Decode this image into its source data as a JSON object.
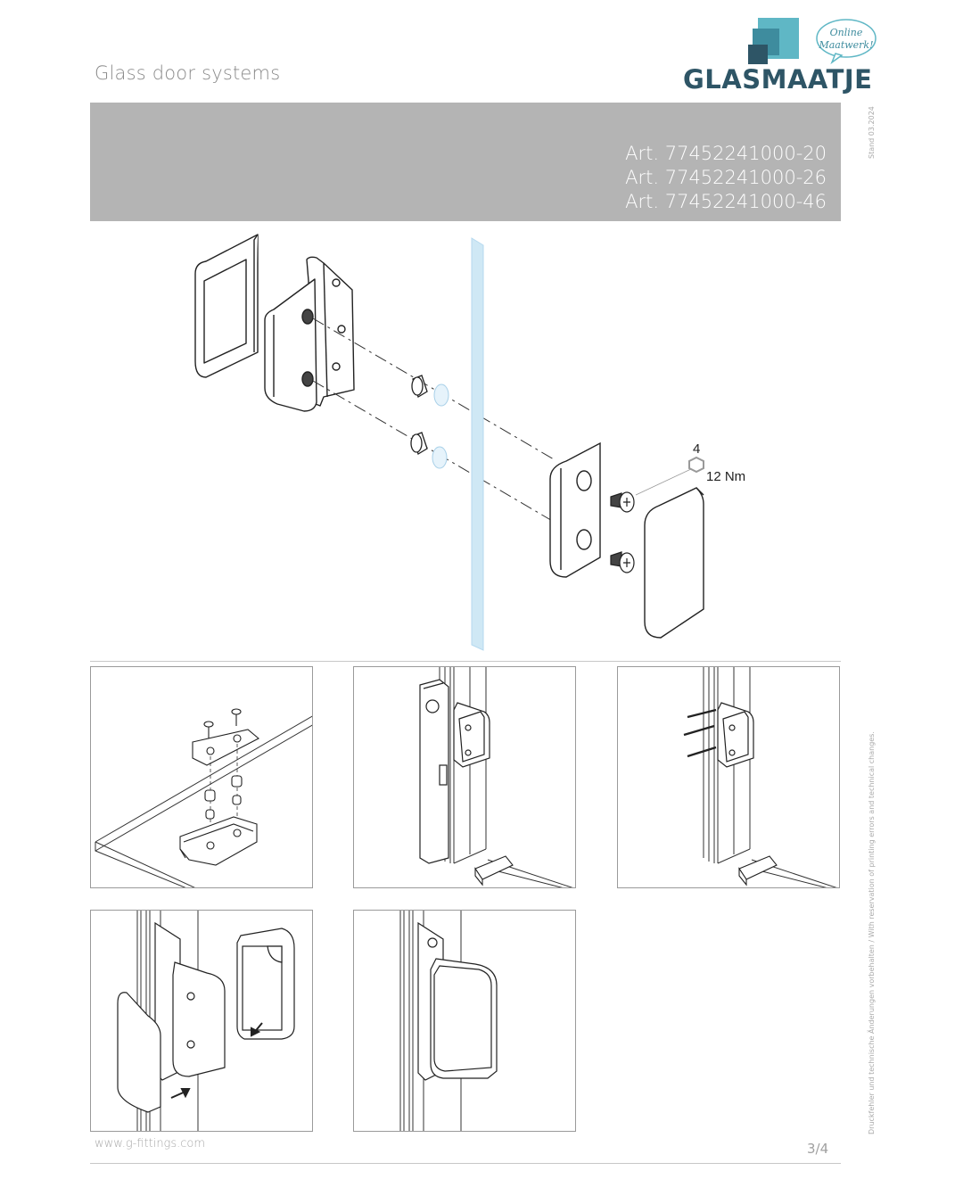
{
  "header": {
    "title": "Glass door systems",
    "logo_text": "GLASMAATJE",
    "logo_badge_line1": "Online",
    "logo_badge_line2": "Maatwerk!",
    "brand_color": "#2e5566",
    "accent_colors": [
      "#5fb7c5",
      "#3e8c9e",
      "#2e5566"
    ]
  },
  "articles": [
    "Art. 77452241000-20",
    "Art. 77452241000-26",
    "Art. 77452241000-46"
  ],
  "side_texts": {
    "date": "Stand 03.2024",
    "disclaimer": "Druckfehler und technische Änderungen vorbehalten / With reservation of printing errors and technical changes."
  },
  "drawing": {
    "hex_key_size": "4",
    "torque": "12 Nm",
    "glass_color": "#cfe8f5"
  },
  "footer": {
    "url": "www.g-fittings.com",
    "page": "3/4"
  }
}
